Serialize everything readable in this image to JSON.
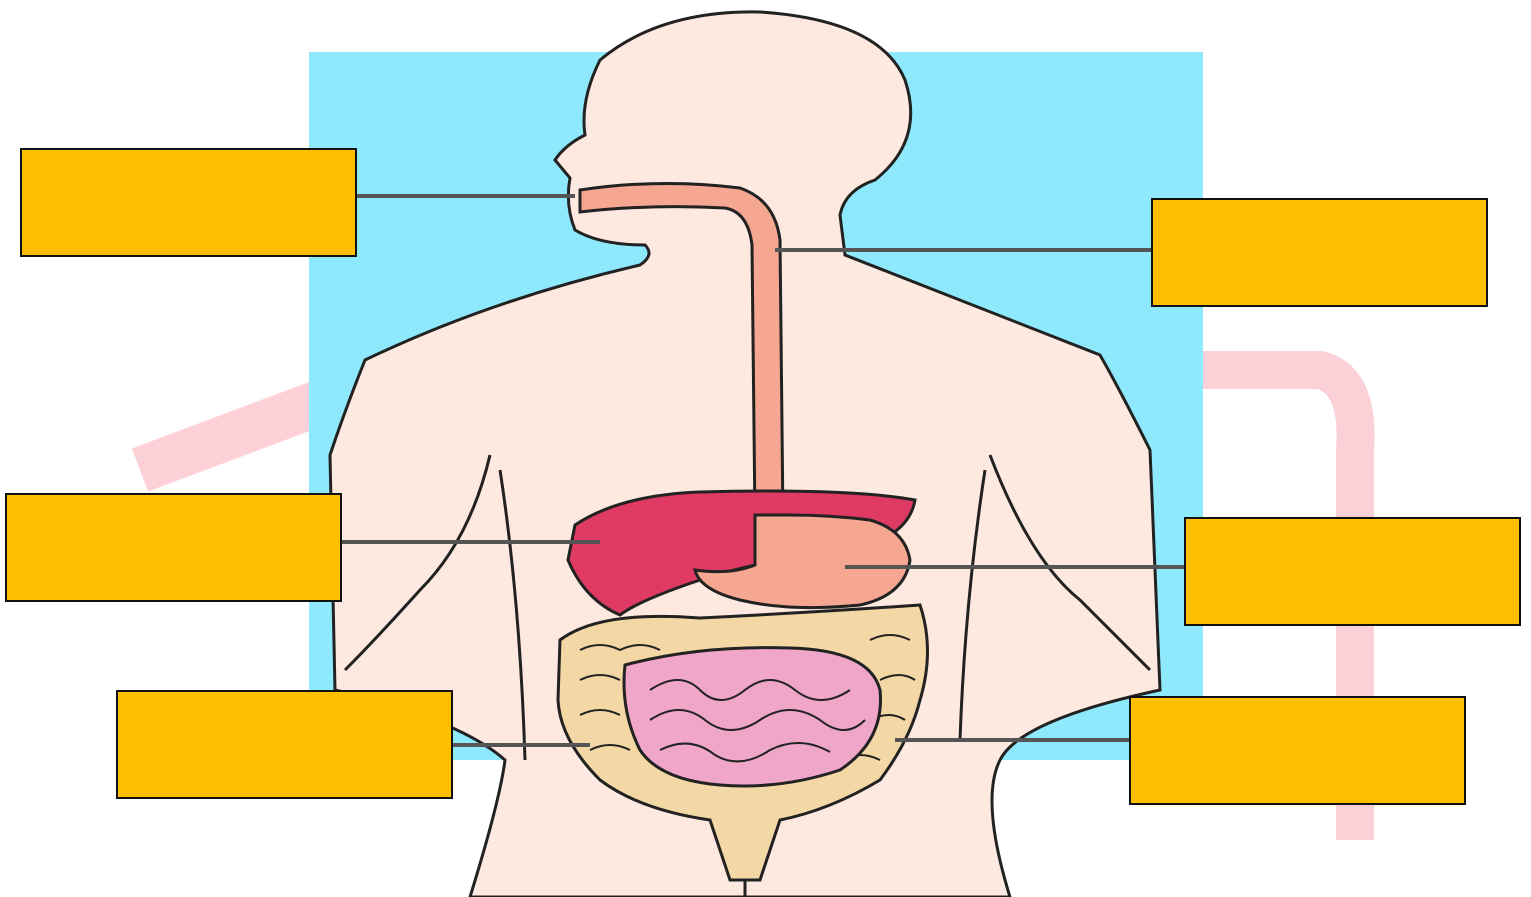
{
  "diagram": {
    "colors": {
      "sky": "#8de9fb",
      "skin": "#fde9e0",
      "outline": "#222222",
      "esophagus": "#f6a792",
      "liver": "#de3a63",
      "stomach": "#f6a792",
      "large_intestine": "#f3d7a4",
      "small_intestine": "#f0a6c9",
      "label_box": "#fdbf00",
      "leader_line": "#555555",
      "watermark": "#fbd0d6"
    },
    "labels": [
      {
        "id": "mouth",
        "text": ""
      },
      {
        "id": "esophagus",
        "text": ""
      },
      {
        "id": "liver",
        "text": ""
      },
      {
        "id": "stomach",
        "text": ""
      },
      {
        "id": "large-intestine",
        "text": ""
      },
      {
        "id": "small-intestine",
        "text": ""
      }
    ]
  }
}
